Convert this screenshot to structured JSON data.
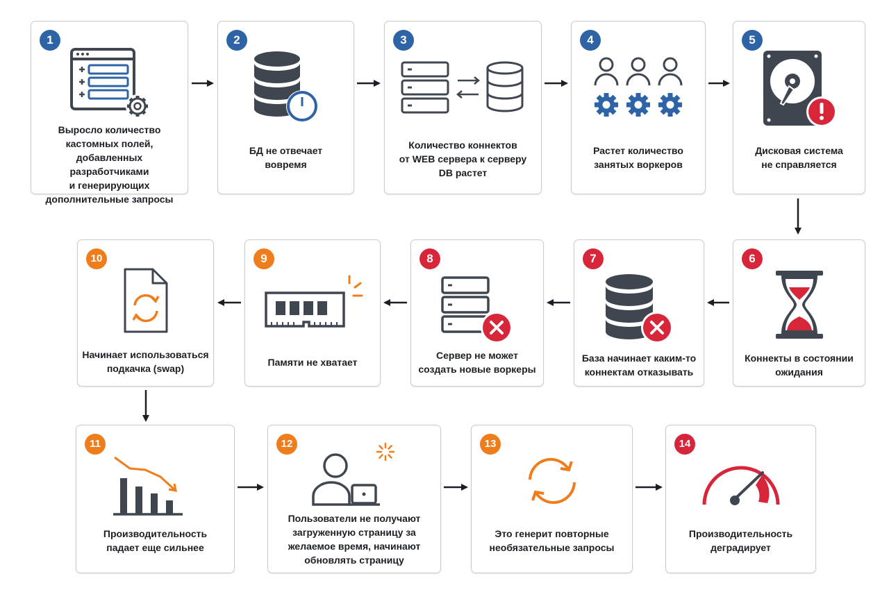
{
  "colors": {
    "blue": "#2e64a6",
    "orange": "#f07d1c",
    "red": "#d7263a",
    "dark": "#3f4650"
  },
  "steps": [
    {
      "num": "1",
      "text": "Выросло количество\nкастомных полей,\nдобавленных разработчиками\nи генерирующих\nдополнительные запросы",
      "icon": "form-settings-icon"
    },
    {
      "num": "2",
      "text": "БД не отвечает\nвовремя",
      "icon": "database-clock-icon"
    },
    {
      "num": "3",
      "text": "Количество коннектов\nот WEB сервера к серверу\nDB растет",
      "icon": "server-database-exchange-icon"
    },
    {
      "num": "4",
      "text": "Растет количество\nзанятых воркеров",
      "icon": "workers-gears-icon"
    },
    {
      "num": "5",
      "text": "Дисковая система\nне справляется",
      "icon": "hard-disk-warning-icon"
    },
    {
      "num": "6",
      "text": "Коннекты в состоянии\nожидания",
      "icon": "hourglass-icon"
    },
    {
      "num": "7",
      "text": "База начинает каким-то\nконнектам отказывать",
      "icon": "database-error-icon"
    },
    {
      "num": "8",
      "text": "Сервер не может\nсоздать новые воркеры",
      "icon": "server-error-icon"
    },
    {
      "num": "9",
      "text": "Памяти не хватает",
      "icon": "memory-module-icon"
    },
    {
      "num": "10",
      "text": "Начинает использоваться\nподкачка (swap)",
      "icon": "file-swap-icon"
    },
    {
      "num": "11",
      "text": "Производительность\nпадает еще сильнее",
      "icon": "declining-chart-icon"
    },
    {
      "num": "12",
      "text": "Пользователи не получают\nзагруженную страницу за\nжелаемое время, начинают\nобновлять страницу",
      "icon": "user-laptop-icon"
    },
    {
      "num": "13",
      "text": "Это генерит повторные\nнеобязательные запросы",
      "icon": "refresh-cycle-icon"
    },
    {
      "num": "14",
      "text": "Производительность\nдеградирует",
      "icon": "speedometer-icon"
    }
  ]
}
